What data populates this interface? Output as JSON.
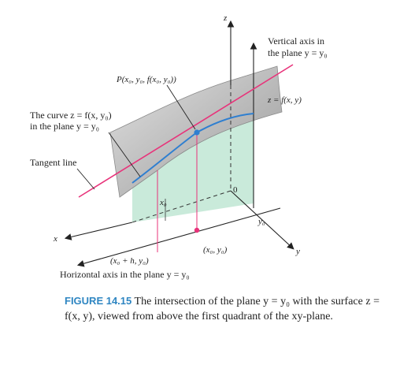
{
  "labels": {
    "z_axis": "z",
    "x_axis": "x",
    "y_axis": "y",
    "vertical_axis_line1": "Vertical axis in",
    "vertical_axis_line2": "the plane y = y₀",
    "surface": "z = f(x, y)",
    "point_p": "P(x₀, y₀, f(x₀, y₀))",
    "curve_line1": "The curve z = f(x, y₀)",
    "curve_line2": "in the plane y = y₀",
    "tangent_line": "Tangent line",
    "origin": "0",
    "x0": "x₀",
    "y0": "y₀",
    "point_x0y0": "(x₀, y₀)",
    "point_x0h": "(x₀ + h, y₀)",
    "horizontal_axis": "Horizontal axis in the plane y = y₀"
  },
  "caption": {
    "figure_label": "FIGURE 14.15",
    "text": "The intersection of the plane y = y₀ with the surface z = f(x, y), viewed from above the first quadrant of the xy-plane."
  },
  "colors": {
    "surface": "#bcbcbc",
    "plane": "#bfe6d4",
    "curve": "#2f7fd0",
    "tangent": "#e8337a",
    "point": "#2f7fd0",
    "caption_label": "#2f86c2"
  }
}
